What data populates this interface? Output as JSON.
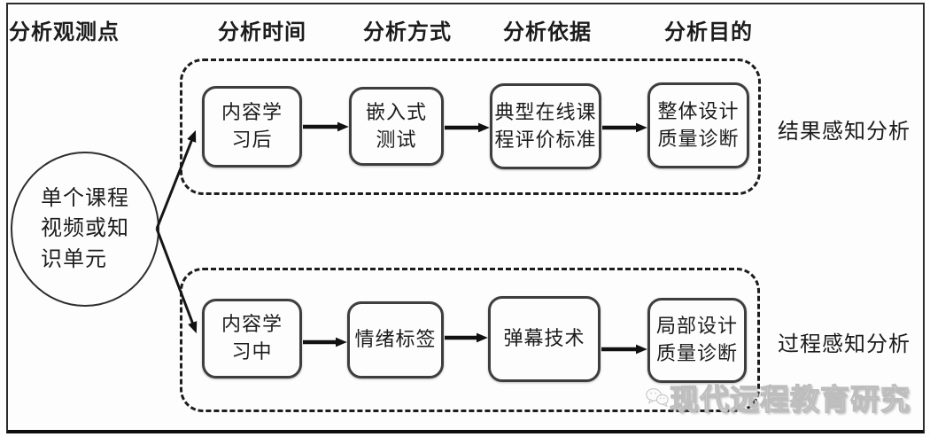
{
  "figure": {
    "columns": [
      "分析观测点",
      "分析时间",
      "分析方式",
      "分析依据",
      "分析目的"
    ],
    "source_node": "单个课程\n视频或知\n识单元",
    "lanes": [
      {
        "label": "结果感知分析",
        "steps": [
          "内容学\n习后",
          "嵌入式\n测试",
          "典型在线课\n程评价标准",
          "整体设计\n质量诊断"
        ]
      },
      {
        "label": "过程感知分析",
        "steps": [
          "内容学\n习中",
          "情绪标签",
          "弹幕技术",
          "局部设计\n质量诊断"
        ]
      }
    ],
    "watermark": {
      "icon": "wechat-icon",
      "label": "现代远程教育研究"
    },
    "colors": {
      "line": "#1c1c1c",
      "box_border": "#3e3e3e",
      "dashed_border": "#1d1d1d",
      "watermark_gray": "#bdbdbd"
    }
  }
}
